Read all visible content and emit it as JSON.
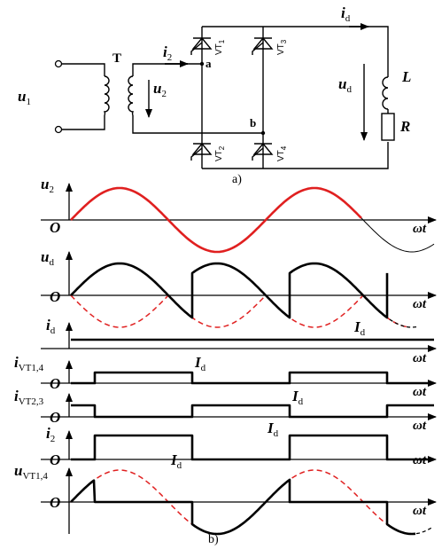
{
  "circuit": {
    "u1": {
      "main": "u",
      "sub": "1"
    },
    "transformer": "T",
    "i2": {
      "main": "i",
      "sub": "2"
    },
    "u2": {
      "main": "u",
      "sub": "2"
    },
    "node_a": "a",
    "node_b": "b",
    "id": {
      "main": "i",
      "sub": "d"
    },
    "ud": {
      "main": "u",
      "sub": "d"
    },
    "inductor": "L",
    "resistor": "R",
    "vt1": {
      "main": "VT",
      "sub": "1"
    },
    "vt2": {
      "main": "VT",
      "sub": "2"
    },
    "vt3": {
      "main": "VT",
      "sub": "3"
    },
    "vt4": {
      "main": "VT",
      "sub": "4"
    },
    "caption": "a)"
  },
  "waveforms": {
    "origin": "O",
    "wt": "ωt",
    "Id": {
      "main": "I",
      "sub": "d"
    },
    "caption": "b)",
    "panels": [
      {
        "main": "u",
        "sub": "2"
      },
      {
        "main": "u",
        "sub": "d"
      },
      {
        "main": "i",
        "sub": "d"
      },
      {
        "main": "i",
        "sub": "VT1,4"
      },
      {
        "main": "i",
        "sub": "VT2,3"
      },
      {
        "main": "i",
        "sub": "2"
      },
      {
        "main": "u",
        "sub": "VT1,4"
      }
    ]
  },
  "colors": {
    "primary": "#e02020",
    "wave": "#000000"
  }
}
